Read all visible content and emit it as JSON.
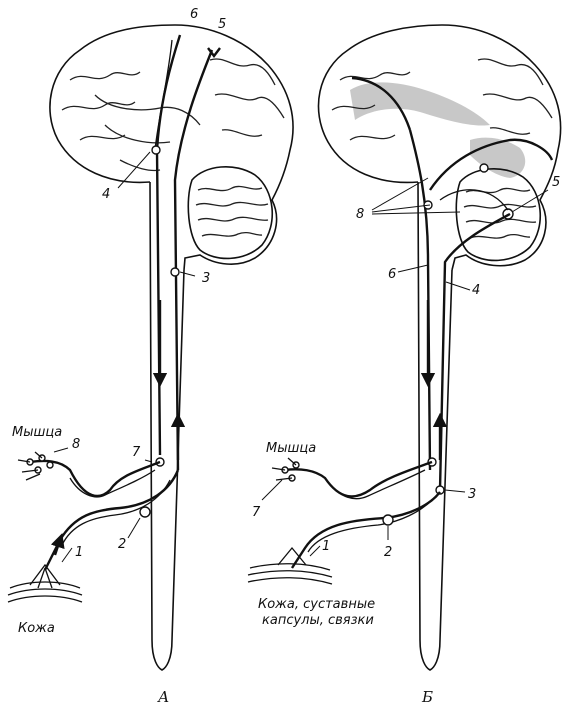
{
  "panels": {
    "a": {
      "caption": "А",
      "labels": {
        "n1": "1",
        "n2": "2",
        "n3": "3",
        "n4": "4",
        "n5": "5",
        "n6": "6",
        "n7": "7",
        "n8": "8"
      },
      "muscle": "Мышца",
      "skin": "Кожа"
    },
    "b": {
      "caption": "Б",
      "labels": {
        "n1": "1",
        "n2": "2",
        "n3": "3",
        "n4": "4",
        "n5": "5",
        "n6": "6",
        "n7": "7",
        "n8": "8"
      },
      "muscle": "Мышца",
      "skin_line1": "Кожа, суставные",
      "skin_line2": "капсулы, связки"
    }
  }
}
